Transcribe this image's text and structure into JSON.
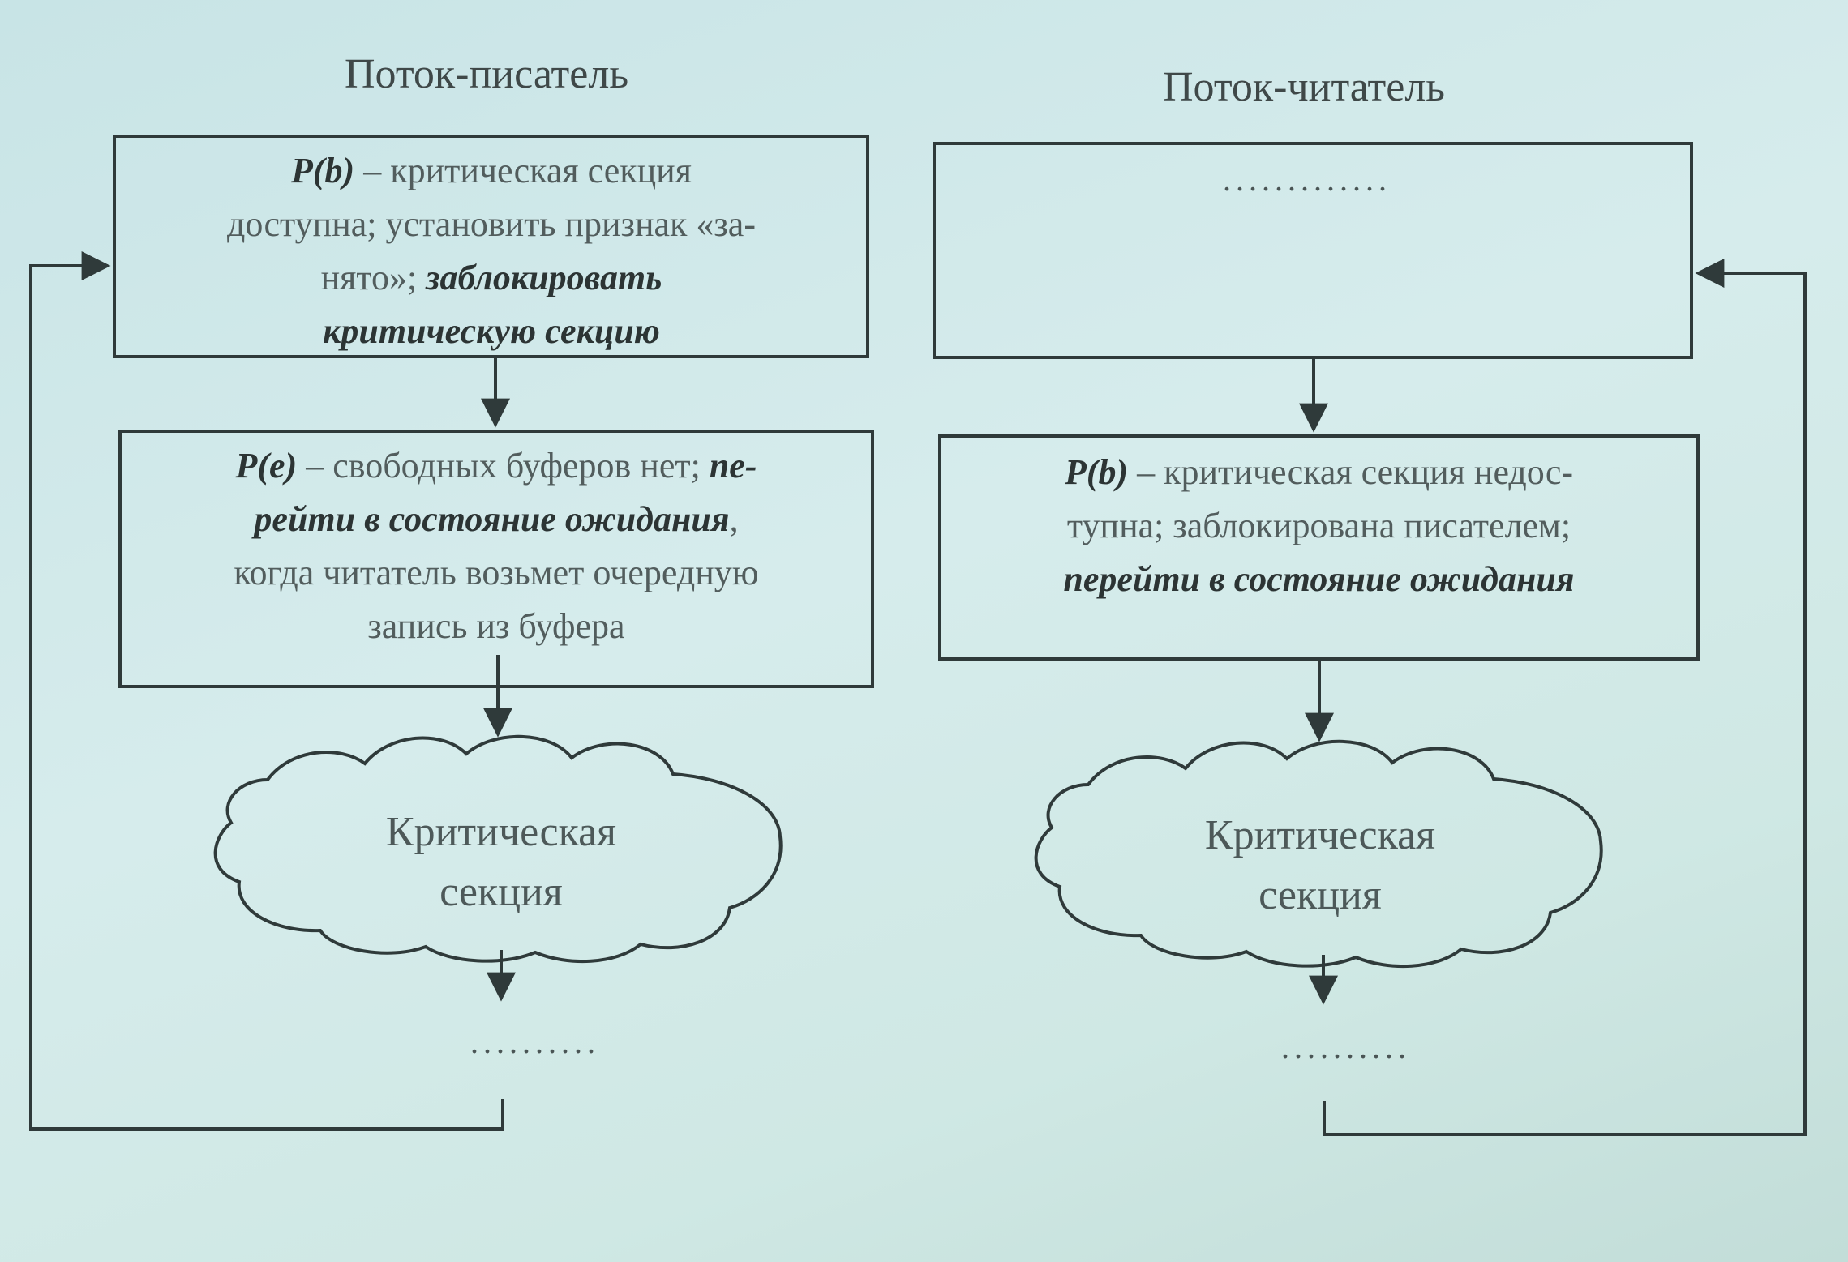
{
  "writer": {
    "title": "Поток-писатель",
    "box1": {
      "prefix": "P(b)",
      "text1": " – критическая секция",
      "text2": "доступна;  установить признак «за-",
      "text3": "нято»; ",
      "bold1": "заблокировать",
      "bold2": "критическую секцию"
    },
    "box2": {
      "prefix": "P(e)",
      "text1": " – свободных буферов нет; ",
      "bold1": "пе-",
      "bold2": "рейти в состояние ожидания",
      "text2": ",",
      "text3": "когда читатель возьмет очередную",
      "text4": "запись из буфера"
    },
    "cloud": {
      "line1": "Критическая",
      "line2": "секция"
    },
    "dots": ".........."
  },
  "reader": {
    "title": "Поток-читатель",
    "box1": {
      "dots": "............."
    },
    "box2": {
      "prefix": "P(b)",
      "text1": " – критическая секция недос-",
      "text2": "тупна; заблокирована писателем;",
      "bold1": "перейти в состояние ожидания"
    },
    "cloud": {
      "line1": "Критическая",
      "line2": "секция"
    },
    "dots": ".........."
  }
}
